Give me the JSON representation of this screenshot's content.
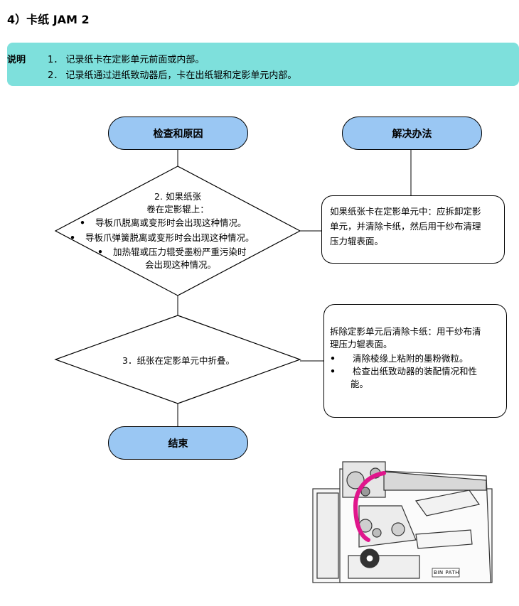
{
  "title": "4）卡纸 JAM 2",
  "note": {
    "label": "说明",
    "lines": [
      "1．  记录纸卡在定影单元前面或内部。",
      "2．  记录纸通过进纸致动器后，卡在出纸辊和定影单元内部。"
    ]
  },
  "flow": {
    "check_header": "检查和原因",
    "solution_header": "解决办法",
    "end_label": "结束",
    "cause2": {
      "line1": "2.   如果纸张",
      "line2": "卷在定影辊上：",
      "bullets": [
        "导板爪脱离或变形时会出现这种情况。",
        "导板爪弹簧脱离或变形时会出现这种情况。",
        "加热辊或压力辊受墨粉严重污染时"
      ],
      "bullet3_cont": "会出现这种情况。"
    },
    "cause3": "3．纸张在定影单元中折叠。",
    "solution1": [
      "如果纸张卡在定影单元中：应拆卸定影",
      "单元，并清除卡纸，然后用干纱布清理",
      "压力辊表面。"
    ],
    "solution2": {
      "lines": [
        "拆除定影单元后清除卡纸：用干纱布清",
        "理压力辊表面。"
      ],
      "bullets": [
        "清除棱缘上粘附的墨粉微粒。",
        "检查出纸致动器的装配情况和性"
      ],
      "bullet2_cont": "能。"
    }
  },
  "figure": {
    "label": "BIN PATH",
    "highlight_color": "#e0168c"
  },
  "colors": {
    "note_bg": "#7ee0dc",
    "pill_bg": "#9ac7f3"
  }
}
